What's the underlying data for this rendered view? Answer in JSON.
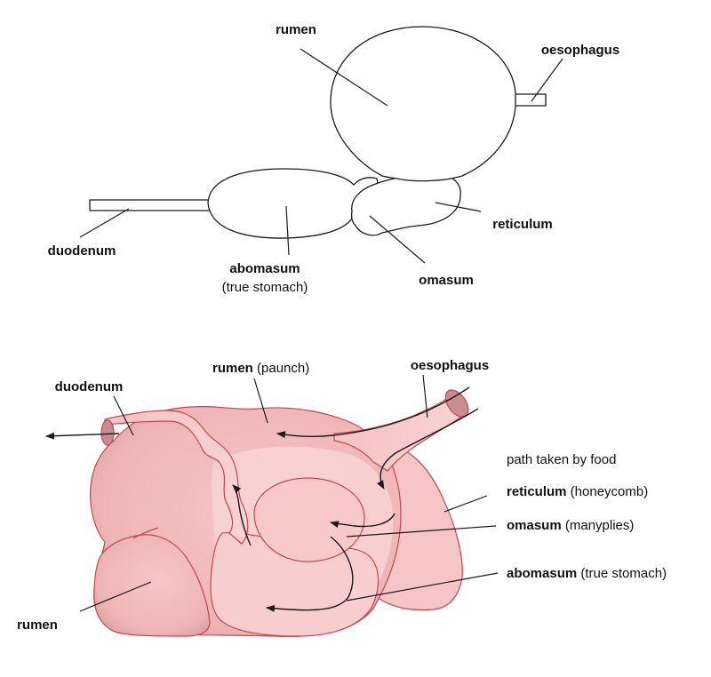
{
  "top_diagram": {
    "labels": {
      "rumen": "rumen",
      "oesophagus": "oesophagus",
      "reticulum": "reticulum",
      "duodenum": "duodenum",
      "abomasum": "abomasum",
      "abomasum_note": "(true stomach)",
      "omasum": "omasum"
    }
  },
  "bottom_diagram": {
    "labels": {
      "duodenum": "duodenum",
      "rumen_top": "rumen",
      "rumen_top_note": " (paunch)",
      "oesophagus": "oesophagus",
      "path_caption": "path taken by food",
      "reticulum": "reticulum",
      "reticulum_note": " (honeycomb)",
      "omasum": "omasum",
      "omasum_note": " (manyplies)",
      "abomasum": "abomasum",
      "abomasum_note": " (true stomach)",
      "rumen_bottom": "rumen"
    },
    "colors": {
      "organ_fill": "#f7c9c9",
      "organ_shade": "#c98d90",
      "organ_stroke": "#c2484f"
    }
  }
}
